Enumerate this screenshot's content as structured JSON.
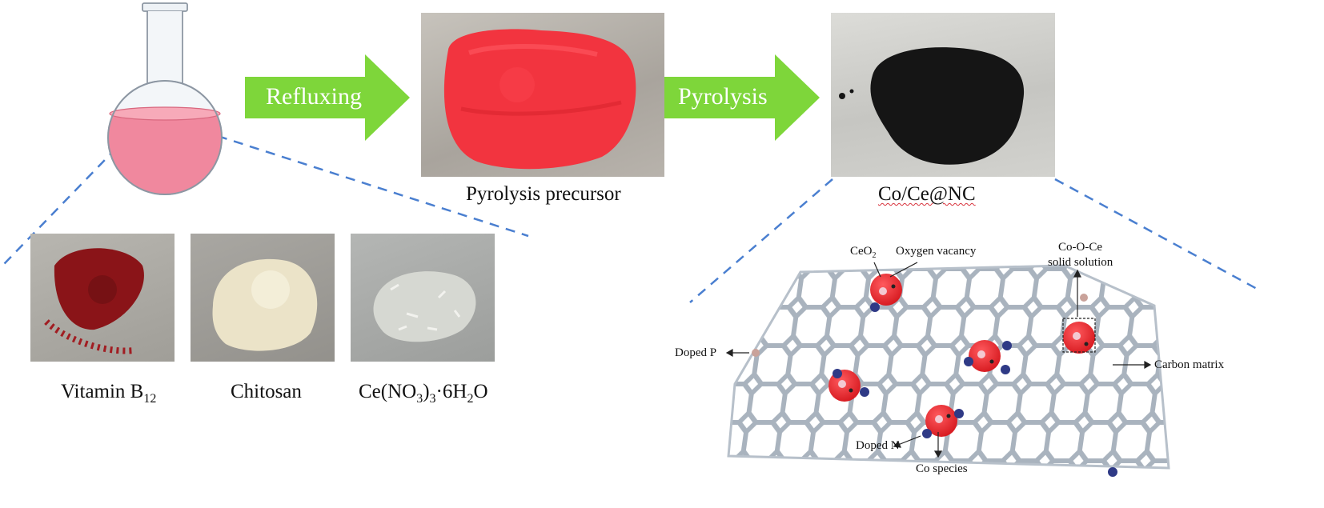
{
  "arrows": {
    "step1": "Refluxing",
    "step2": "Pyrolysis"
  },
  "captions": {
    "precursor": "Pyrolysis precursor",
    "product": "Co/Ce@NC"
  },
  "materials": [
    {
      "name": "Vitamin B",
      "sub": "12",
      "color": "#8a1418"
    },
    {
      "name": "Chitosan",
      "color": "#e8e0c4"
    },
    {
      "name_parts": [
        "Ce(NO",
        "3",
        ")",
        "3",
        "·6H",
        "2",
        "O"
      ],
      "color": "#d6d8d2"
    }
  ],
  "structure_labels": {
    "ceo2": "CeO",
    "ceo2_sub": "2",
    "oxygen_vacancy": "Oxygen vacancy",
    "solid_solution_1": "Co-O-Ce",
    "solid_solution_2": "solid solution",
    "doped_p": "Doped P",
    "carbon_matrix": "Carbon matrix",
    "doped_n": "Doped N",
    "co_species": "Co species"
  },
  "colors": {
    "arrow": "#7ed63a",
    "flask_liquid": "#f0889e",
    "precursor_powder": "#f2343f",
    "product_powder": "#151515",
    "dashed_line": "#4a7fd0",
    "graphene": "#a9b3be",
    "nanoparticle": "#e8272b",
    "doped_n": "#2f3a86",
    "doped_p": "#c9a29a"
  }
}
